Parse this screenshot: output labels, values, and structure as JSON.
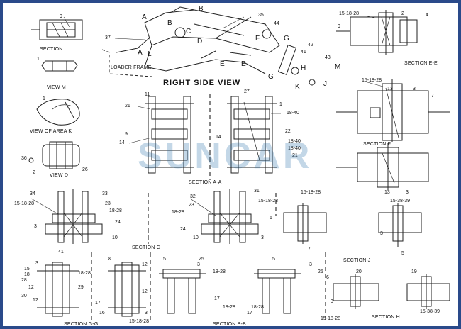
{
  "colors": {
    "line": "#222222",
    "frame": "#2a4a8a",
    "watermark": "#286eaa"
  },
  "watermark": "SUNCAR",
  "headings": {
    "right_side_view": "RIGHT SIDE VIEW",
    "loader_frame": "LOADER FRAME"
  },
  "captions": {
    "section_l": "SECTION L",
    "view_m": "VIEW M",
    "view_of_area_k": "VIEW OF AREA K",
    "view_d": "VIEW D",
    "section_aa": "SECTION A-A",
    "section_ee": "SECTION E-E",
    "section_f": "SECTION F",
    "section_c": "SECTION C",
    "section_j": "SECTION J",
    "section_gg": "SECTION G-G",
    "section_bb": "SECTION B-B",
    "section_h": "SECTION H"
  },
  "view_letters": [
    "A",
    "B",
    "B",
    "C",
    "D",
    "E",
    "E",
    "F",
    "G",
    "G",
    "H",
    "J",
    "K",
    "M",
    "A",
    "L"
  ],
  "part_numbers": [
    "9",
    "37",
    "35",
    "44",
    "42",
    "41",
    "43",
    "15-18-28",
    "2",
    "4",
    "9",
    "1",
    "1",
    "36",
    "2",
    "26",
    "11",
    "27",
    "21",
    "1",
    "18-40",
    "9",
    "14",
    "14",
    "22",
    "18-40",
    "18-40",
    "21",
    "15-18-28",
    "13",
    "3",
    "7",
    "15-18-28",
    "13",
    "3",
    "34",
    "33",
    "15-18-28",
    "23",
    "18-28",
    "3",
    "24",
    "10",
    "32",
    "31",
    "15-18-28",
    "23",
    "18-28",
    "24",
    "10",
    "3",
    "15-38-39",
    "6",
    "7",
    "3",
    "5",
    "41",
    "3",
    "15",
    "18",
    "28",
    "12",
    "30",
    "12",
    "29",
    "18-28",
    "8",
    "12",
    "12",
    "17",
    "16",
    "3",
    "15-18-28",
    "5",
    "25",
    "3",
    "18-28",
    "17",
    "18-28",
    "5",
    "3",
    "25",
    "17",
    "18-28",
    "15-18-28",
    "20",
    "19",
    "6",
    "15-38-39",
    "3"
  ]
}
